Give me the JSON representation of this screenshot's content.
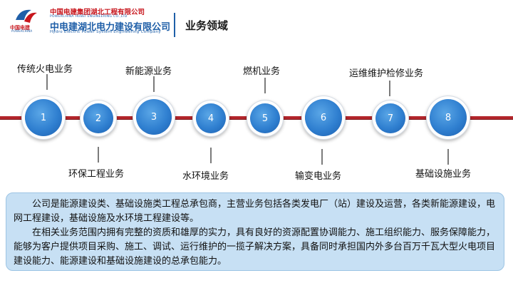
{
  "header": {
    "logo_cn": "中国电建",
    "logo_en": "POWERCHINA",
    "company1_cn": "中国电建集团湖北工程有限公司",
    "company1_en": "POWERCHINA HUBEI ENGINEERING CO.,LTD",
    "company2_cn": "中电建湖北电力建设有限公司",
    "company2_en": "Hydro Electric Power System Engineering Company",
    "page_title": "业务领域"
  },
  "timeline": {
    "nodes": [
      {
        "num": "1",
        "label": "传统火电业务"
      },
      {
        "num": "2",
        "label": "环保工程业务"
      },
      {
        "num": "3",
        "label": "新能源业务"
      },
      {
        "num": "4",
        "label": "水环境业务"
      },
      {
        "num": "5",
        "label": "燃机业务"
      },
      {
        "num": "6",
        "label": "输变电业务"
      },
      {
        "num": "7",
        "label": "运维维护检修业务"
      },
      {
        "num": "8",
        "label": "基础设施业务"
      }
    ]
  },
  "description": {
    "para1": "公司是能源建设类、基础设施类工程总承包商，主营业务包括各类发电厂（站）建设及运营，各类新能源建设，电网工程建设，基础设施及水环境工程建设等。",
    "para2": "在相关业务范围内拥有完整的资质和雄厚的实力，具有良好的资源配置协调能力、施工组织能力、服务保障能力，能够为客户提供项目采购、施工、调试、运行维护的一揽子解决方案，具备同时承担国内外多台百万千瓦大型火电项目建设能力、能源建设和基础设施建设的总承包能力。"
  },
  "colors": {
    "accent_red": "#b3262c",
    "node_blue": "#2f7fd0",
    "brand_blue": "#1f5fa8",
    "panel_bg": "#c7e0f4"
  }
}
